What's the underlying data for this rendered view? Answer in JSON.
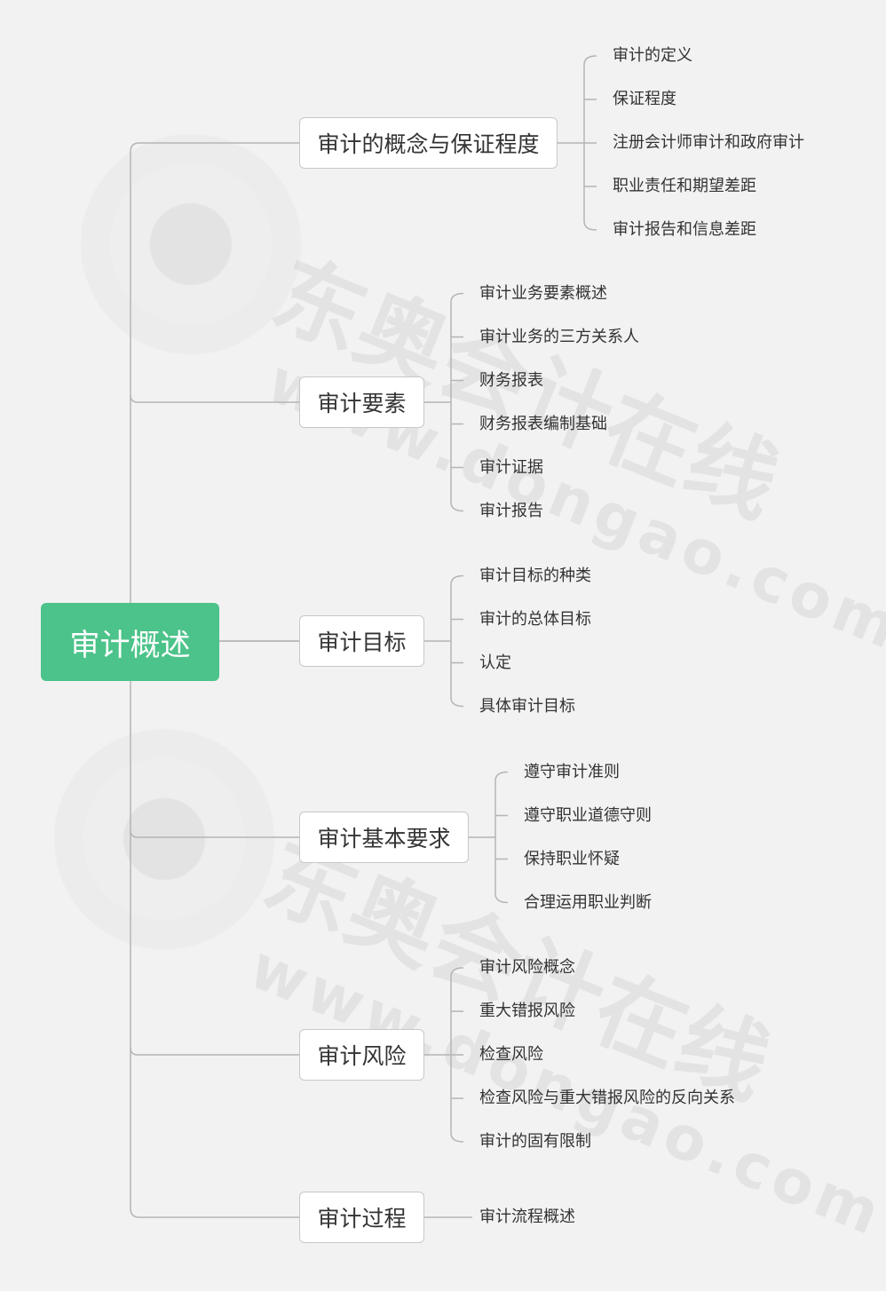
{
  "root": {
    "label": "审计概述"
  },
  "branches": [
    {
      "label": "审计的概念与保证程度",
      "children": [
        "审计的定义",
        "保证程度",
        "注册会计师审计和政府审计",
        "职业责任和期望差距",
        "审计报告和信息差距"
      ]
    },
    {
      "label": "审计要素",
      "children": [
        "审计业务要素概述",
        "审计业务的三方关系人",
        "财务报表",
        "财务报表编制基础",
        "审计证据",
        "审计报告"
      ]
    },
    {
      "label": "审计目标",
      "children": [
        "审计目标的种类",
        "审计的总体目标",
        "认定",
        "具体审计目标"
      ]
    },
    {
      "label": "审计基本要求",
      "children": [
        "遵守审计准则",
        "遵守职业道德守则",
        "保持职业怀疑",
        "合理运用职业判断"
      ]
    },
    {
      "label": "审计风险",
      "children": [
        "审计风险概念",
        "重大错报风险",
        "检查风险",
        "检查风险与重大错报风险的反向关系",
        "审计的固有限制"
      ]
    },
    {
      "label": "审计过程",
      "children": [
        "审计流程概述"
      ]
    }
  ],
  "watermark": {
    "brand": "东奥会计在线",
    "url": "www.dongao.com"
  },
  "colors": {
    "root": "#4cc38a",
    "line": "#b5b5b5",
    "background": "#f2f2f2"
  }
}
